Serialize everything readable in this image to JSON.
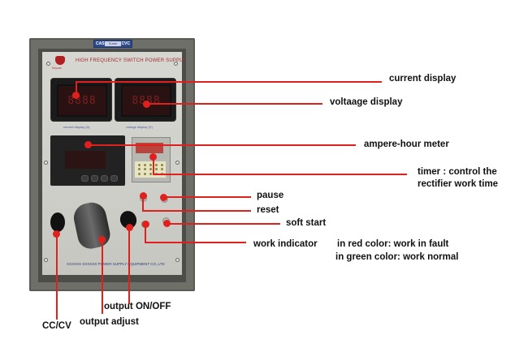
{
  "device": {
    "nameplate": {
      "left": "CAS",
      "model": "S-xxx",
      "right": "CVC"
    },
    "title": "HIGH FREQUENCY SWITCH POWER SUPPLY",
    "logo_text": "Keyuan",
    "current_display_value": "8888",
    "voltage_display_value": "8888",
    "current_meter_label": "current display (A)",
    "voltage_meter_label": "voltage display (V)",
    "manufacturer": "XXXXXX XXXXXX POWER SUPPLY EQUIPMENT CO.,LTD"
  },
  "callouts": [
    {
      "id": "current-display",
      "text": "current display"
    },
    {
      "id": "voltage-display",
      "text": "voltaage display"
    },
    {
      "id": "ampere-hour-meter",
      "text": "ampere-hour meter"
    },
    {
      "id": "timer",
      "text": "timer : control the",
      "text2": "rectifier work time"
    },
    {
      "id": "pause",
      "text": "pause"
    },
    {
      "id": "reset",
      "text": "reset"
    },
    {
      "id": "soft-start",
      "text": "soft start"
    },
    {
      "id": "work-indicator",
      "text": "work indicator"
    },
    {
      "id": "output-on-off",
      "text": "output ON/OFF"
    },
    {
      "id": "output-adjust",
      "text": "output adjust"
    },
    {
      "id": "cc-cv",
      "text": "CC/CV"
    }
  ],
  "indicator_notes": {
    "red": "in red color: work in fault",
    "green": "in green color: work normal"
  },
  "colors": {
    "callout": "#e0201c",
    "panel": "#d2d2cd",
    "cabinet": "#6f6f6a"
  }
}
